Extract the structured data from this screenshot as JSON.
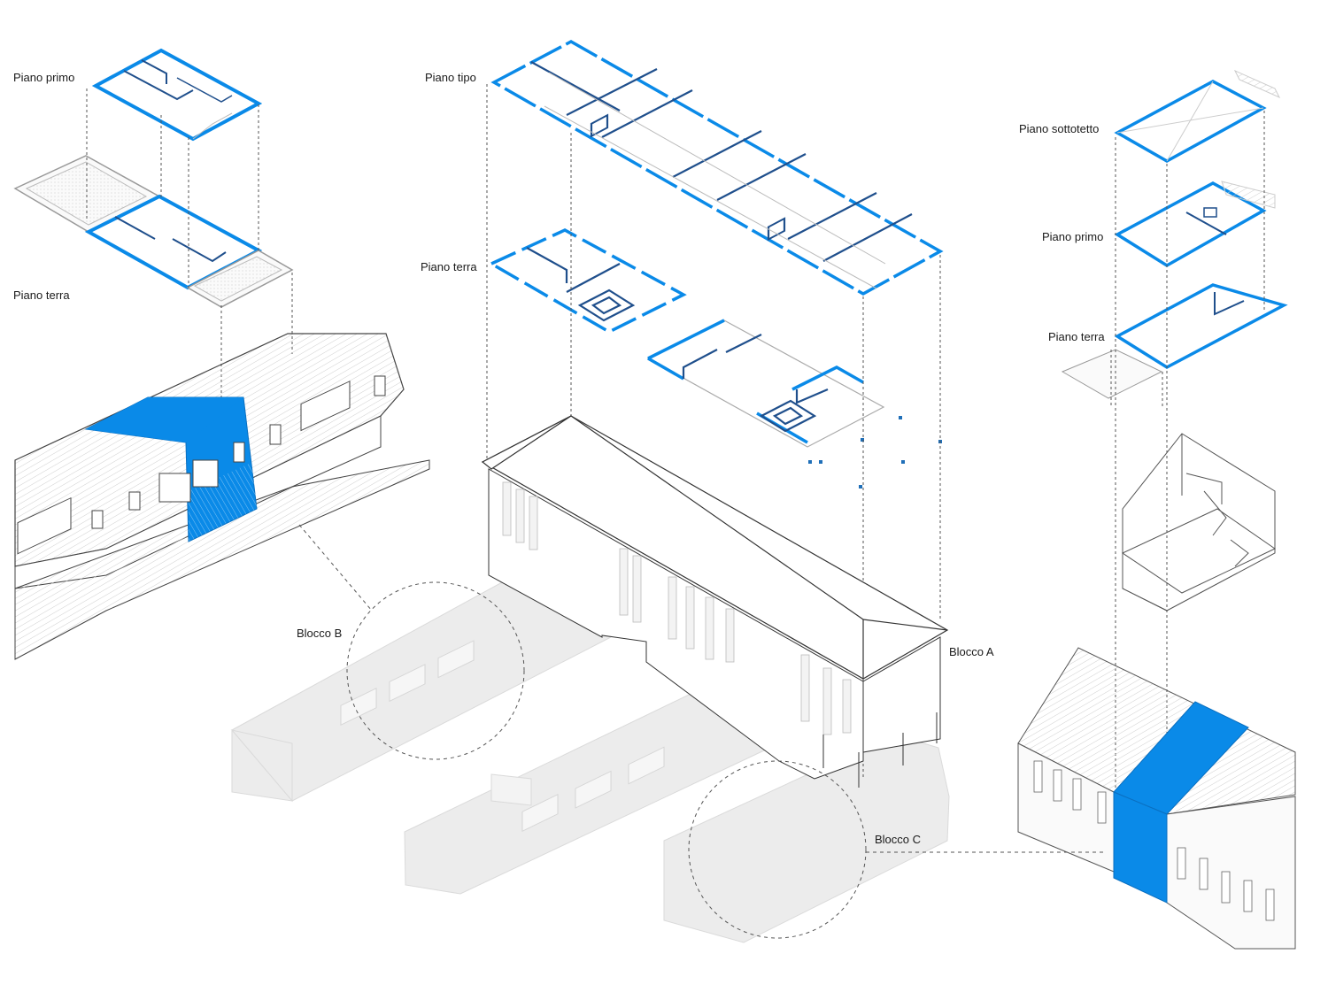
{
  "colors": {
    "accent": "#0a8ae8",
    "wall": "#1f6fb8",
    "line": "#3a3a3a",
    "ghost": "#e9e9e9",
    "ghost_line": "#d2d2d2",
    "hatch": "#c9c9c9"
  },
  "labels": {
    "b_piano_primo": "Piano primo",
    "b_piano_terra": "Piano terra",
    "a_piano_tipo": "Piano tipo",
    "a_piano_terra": "Piano terra",
    "c_piano_sottotetto": "Piano sottotetto",
    "c_piano_primo": "Piano primo",
    "c_piano_terra": "Piano terra",
    "blocco_a": "Blocco A",
    "blocco_b": "Blocco B",
    "blocco_c": "Blocco C"
  }
}
